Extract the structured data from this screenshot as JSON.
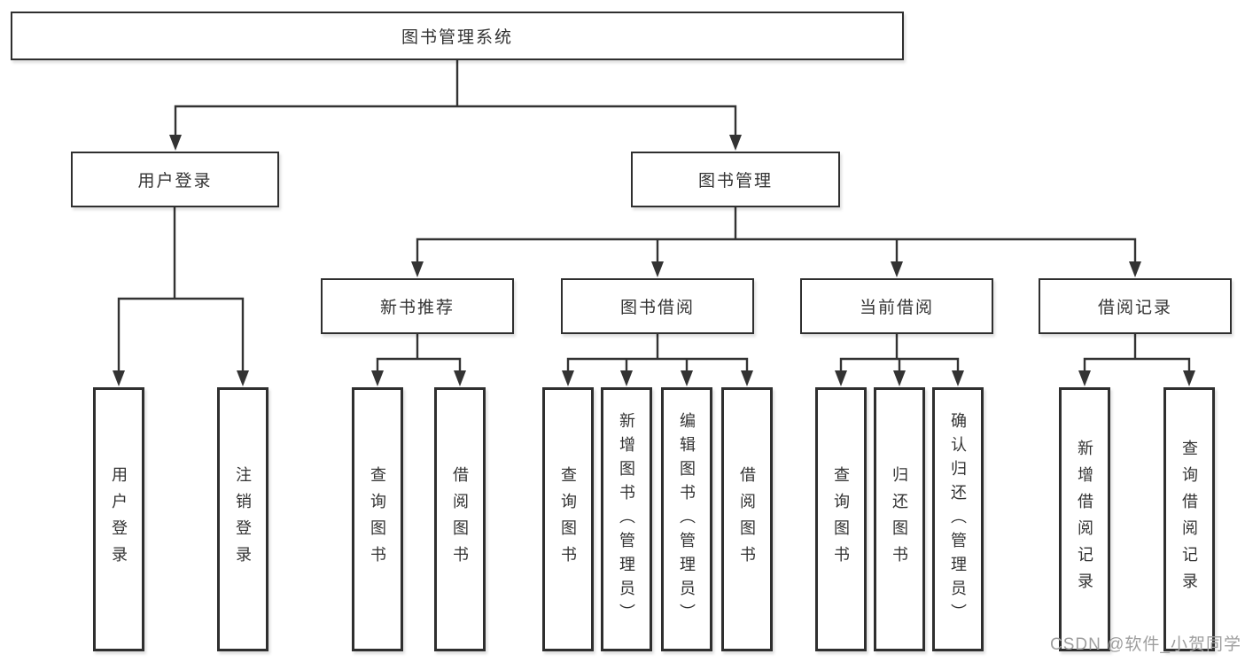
{
  "diagram": {
    "type": "hierarchy",
    "line_color": "#333333",
    "box_border_color": "#2f2f2f",
    "background_color": "#ffffff",
    "watermark_color": "#9e9e9e"
  },
  "tree": {
    "label": "图书管理系统",
    "children": [
      {
        "label": "用户登录",
        "children": [
          {
            "label": "用户登录"
          },
          {
            "label": "注销登录"
          }
        ]
      },
      {
        "label": "图书管理",
        "children": [
          {
            "label": "新书推荐",
            "children": [
              {
                "label": "查询图书"
              },
              {
                "label": "借阅图书"
              }
            ]
          },
          {
            "label": "图书借阅",
            "children": [
              {
                "label": "查询图书"
              },
              {
                "label": "新增图书（管理员）"
              },
              {
                "label": "编辑图书（管理员）"
              },
              {
                "label": "借阅图书"
              }
            ]
          },
          {
            "label": "当前借阅",
            "children": [
              {
                "label": "查询图书"
              },
              {
                "label": "归还图书"
              },
              {
                "label": "确认归还（管理员）"
              }
            ]
          },
          {
            "label": "借阅记录",
            "children": [
              {
                "label": "新增借阅记录"
              },
              {
                "label": "查询借阅记录"
              }
            ]
          }
        ]
      }
    ]
  },
  "watermark": {
    "text": "CSDN @软件_小贺同学"
  }
}
